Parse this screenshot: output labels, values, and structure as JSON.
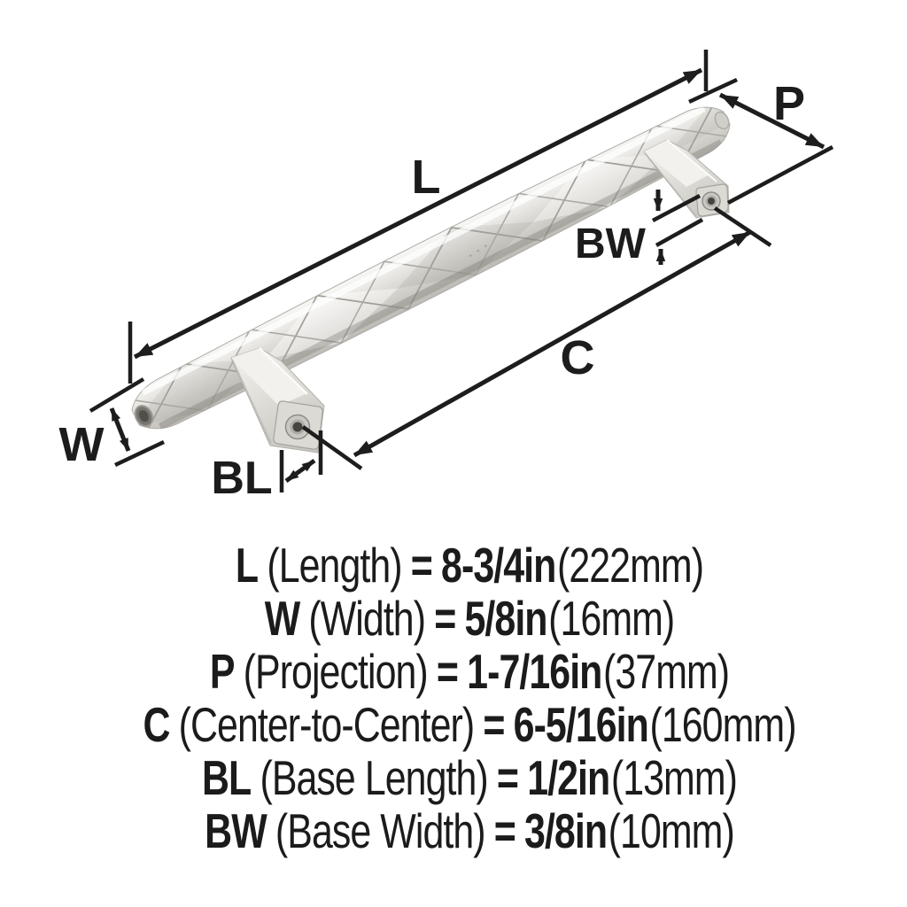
{
  "diagram": {
    "labels": {
      "length": "L",
      "projection": "P",
      "center_to_center": "C",
      "width": "W",
      "base_length": "BL",
      "base_width": "BW"
    },
    "colors": {
      "dimension_line": "#1d1d1d",
      "metal_highlight": "#f6f5f2",
      "metal_mid": "#d8d6d1",
      "metal_shadow": "#b9b7b1",
      "screw_hole": "#46443f",
      "background": "#ffffff"
    }
  },
  "specs": {
    "equals": "=",
    "rows": [
      {
        "code": "L",
        "label": "(Length)",
        "value": "8-3/4in",
        "metric": "(222mm)"
      },
      {
        "code": "W",
        "label": "(Width)",
        "value": "5/8in",
        "metric": "(16mm)"
      },
      {
        "code": "P",
        "label": "(Projection)",
        "value": "1-7/16in",
        "metric": "(37mm)"
      },
      {
        "code": "C",
        "label": "(Center-to-Center)",
        "value": "6-5/16in",
        "metric": "(160mm)"
      },
      {
        "code": "BL",
        "label": "(Base Length)",
        "value": "1/2in",
        "metric": "(13mm)"
      },
      {
        "code": "BW",
        "label": "(Base Width)",
        "value": "3/8in",
        "metric": "(10mm)"
      }
    ]
  }
}
